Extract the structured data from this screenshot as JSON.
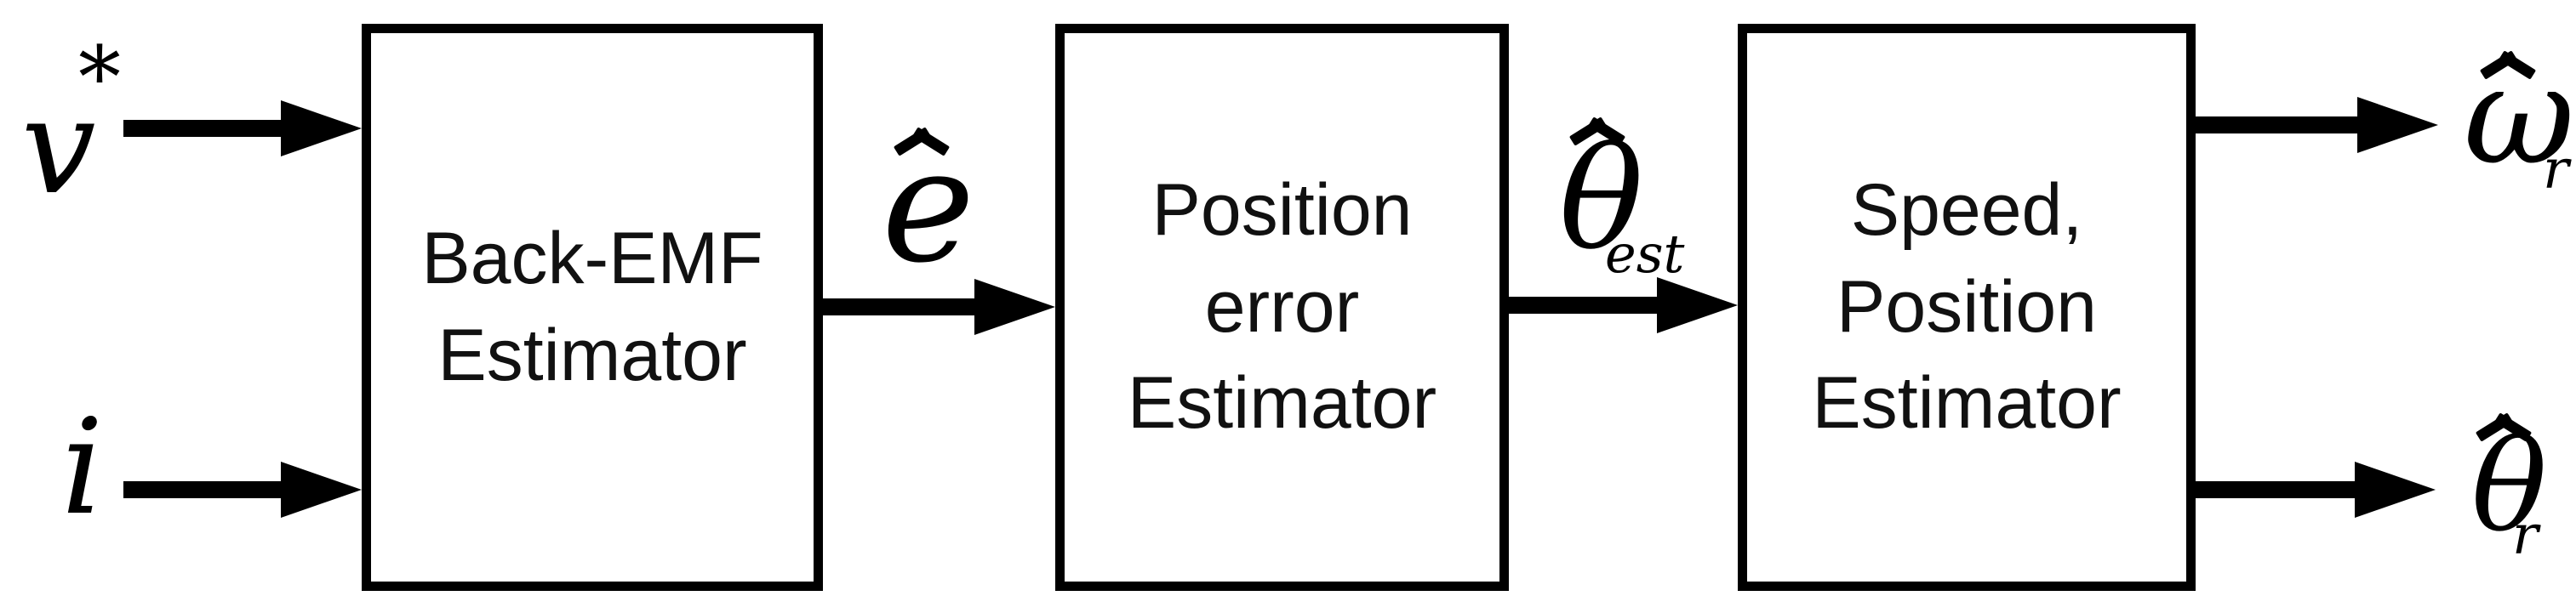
{
  "diagram": {
    "colors": {
      "background": "#ffffff",
      "ink": "#000000",
      "block_text": "#111111"
    },
    "blocks": [
      {
        "name": "back-emf-estimator",
        "lines": [
          "Back-EMF",
          "Estimator"
        ]
      },
      {
        "name": "position-error-estimator",
        "lines": [
          "Position",
          "error",
          "Estimator"
        ]
      },
      {
        "name": "speed-position-estimator",
        "lines": [
          "Speed,",
          "Position",
          "Estimator"
        ]
      }
    ],
    "labels": {
      "input_v": {
        "base": "v",
        "sup": "*"
      },
      "input_i": {
        "base": "i"
      },
      "e_hat": {
        "base": "e",
        "hat": "ˆ"
      },
      "theta_est": {
        "base": "θ",
        "hat": "ˆ",
        "sub": "est"
      },
      "omega_r": {
        "base": "ω",
        "hat": "ˆ",
        "sub": "r"
      },
      "theta_r": {
        "base": "θ",
        "hat": "ˆ",
        "sub": "r"
      }
    },
    "arrows": [
      {
        "from": "v*",
        "to": "Back-EMF Estimator"
      },
      {
        "from": "i",
        "to": "Back-EMF Estimator"
      },
      {
        "from": "Back-EMF Estimator",
        "to": "Position error Estimator",
        "signal": "ê"
      },
      {
        "from": "Position error Estimator",
        "to": "Speed, Position Estimator",
        "signal": "θ̂est"
      },
      {
        "from": "Speed, Position Estimator",
        "to": "ω̂r"
      },
      {
        "from": "Speed, Position Estimator",
        "to": "θ̂r"
      }
    ],
    "icons": {
      "hat": "circumflex-estimate-marker",
      "arrowhead": "right-arrowhead"
    }
  }
}
